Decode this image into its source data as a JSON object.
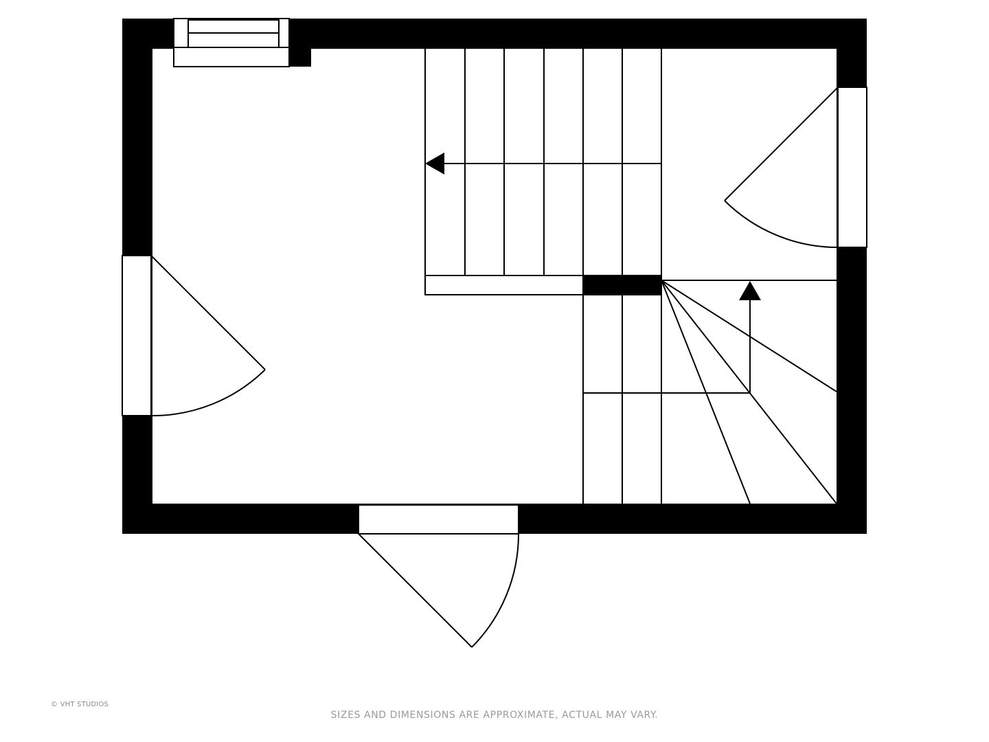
{
  "footer": {
    "copyright": "© VHT STUDIOS",
    "disclaimer": "SIZES AND DIMENSIONS ARE APPROXIMATE, ACTUAL MAY VARY."
  },
  "colors": {
    "wall": "#000000",
    "line": "#000000",
    "background": "#ffffff",
    "footer_text": "#9a9a9a"
  },
  "elements": {
    "exterior_walls": "wall",
    "window": "window",
    "doors": [
      "door-left",
      "door-right",
      "door-bottom"
    ],
    "stairs": [
      "straight-flight",
      "winder-flight"
    ],
    "direction_arrows": [
      "arrow-left",
      "arrow-up"
    ]
  }
}
